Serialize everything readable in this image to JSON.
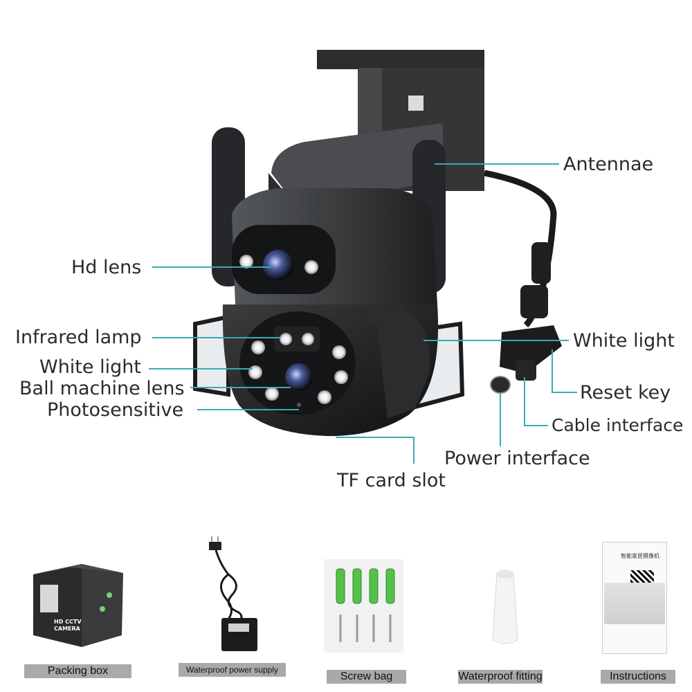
{
  "callouts": {
    "antennae": "Antennae",
    "hd_lens": "Hd lens",
    "infrared_lamp": "Infrared lamp",
    "white_light_left": "White light",
    "ball_machine_lens": "Ball machine lens",
    "photosensitive": "Photosensitive",
    "white_light_right": "White light",
    "reset_key": "Reset key",
    "cable_interface": "Cable interface",
    "power_interface": "Power interface",
    "tf_card_slot": "TF card slot"
  },
  "accessories": [
    {
      "caption": "Packing box",
      "box_text": "HD CCTV CAMERA"
    },
    {
      "caption": "Waterproof power supply"
    },
    {
      "caption": "Screw bag"
    },
    {
      "caption": "Waterproof fitting"
    },
    {
      "caption": "Instructions",
      "title": "智能家居摄像机"
    }
  ],
  "colors": {
    "leader": "#3aa9b8",
    "camera": "#2f3133",
    "caption_bg": "#a9a9a9",
    "anchor": "#2e9e3a"
  }
}
